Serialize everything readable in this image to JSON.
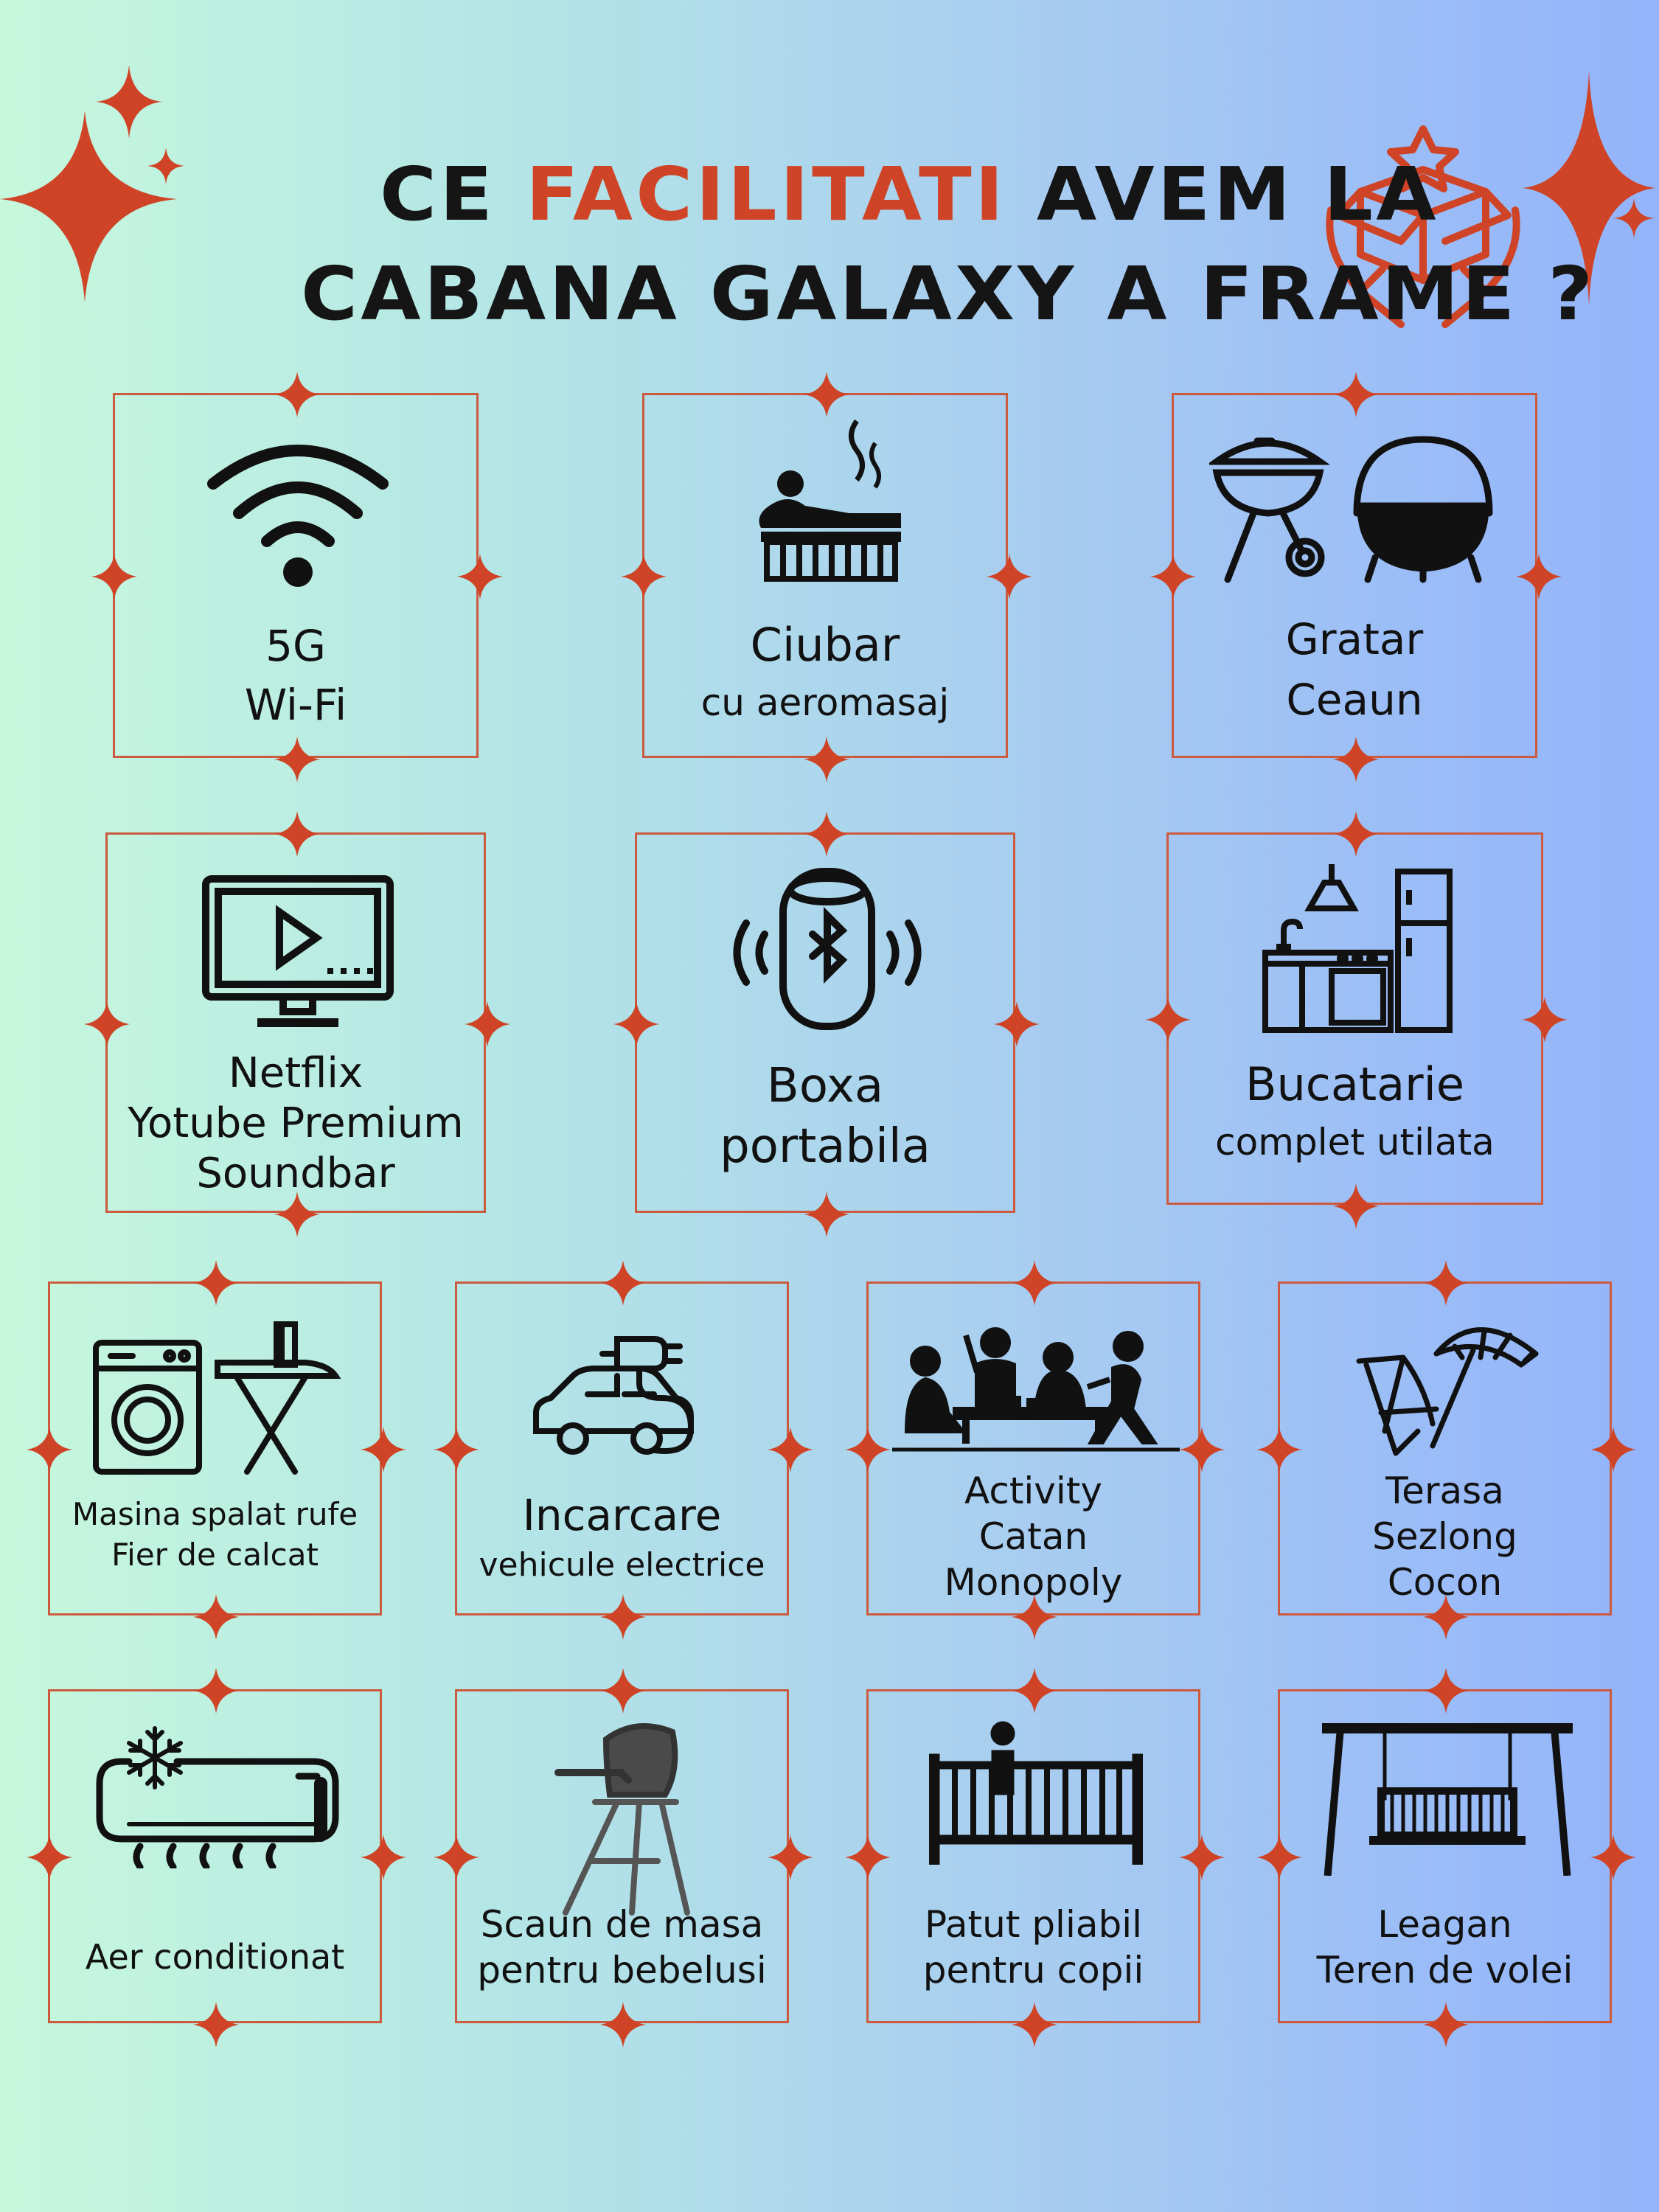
{
  "title": {
    "line1_pre": "CE ",
    "line1_accent": "FACILITATI",
    "line1_post": " AVEM LA",
    "line2": "CABANA GALAXY A FRAME ?"
  },
  "colors": {
    "accent": "#cf4426",
    "border": "#cc5a3f",
    "text": "#111111"
  },
  "facilities": [
    {
      "icon": "wifi-icon",
      "lines": [
        "5G",
        "Wi-Fi"
      ]
    },
    {
      "icon": "hot-tub-icon",
      "lines": [
        "Ciubar",
        "cu aeromasaj"
      ]
    },
    {
      "icon": "grill-cauldron-icon",
      "lines": [
        "Gratar",
        "Ceaun"
      ]
    },
    {
      "icon": "tv-icon",
      "lines": [
        "Netflix",
        "Yotube Premium",
        "Soundbar"
      ]
    },
    {
      "icon": "bluetooth-speaker-icon",
      "lines": [
        "Boxa",
        "portabila"
      ]
    },
    {
      "icon": "kitchen-icon",
      "lines": [
        "Bucatarie",
        "complet utilata"
      ]
    },
    {
      "icon": "washing-machine-iron-icon",
      "lines": [
        "Masina spalat rufe",
        "Fier de calcat"
      ]
    },
    {
      "icon": "ev-charging-icon",
      "lines": [
        "Incarcare",
        "vehicule electrice"
      ]
    },
    {
      "icon": "board-games-icon",
      "lines": [
        "Activity",
        "Catan",
        "Monopoly"
      ]
    },
    {
      "icon": "terrace-lounger-icon",
      "lines": [
        "Terasa",
        "Sezlong",
        "Cocon"
      ]
    },
    {
      "icon": "air-conditioner-icon",
      "lines": [
        "Aer conditionat"
      ]
    },
    {
      "icon": "high-chair-icon",
      "lines": [
        "Scaun de masa",
        "pentru bebelusi"
      ]
    },
    {
      "icon": "crib-icon",
      "lines": [
        "Patut pliabil",
        "pentru copii"
      ]
    },
    {
      "icon": "swing-icon",
      "lines": [
        "Leagan",
        "Teren de volei"
      ]
    }
  ]
}
